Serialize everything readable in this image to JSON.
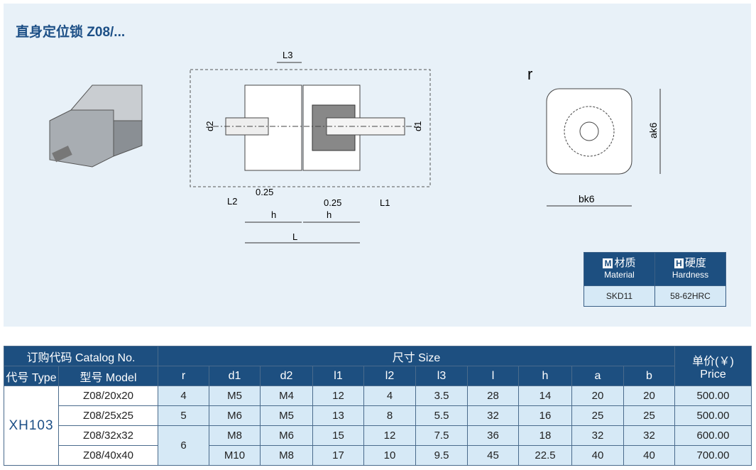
{
  "title": "直身定位锁  Z08/...",
  "drawing": {
    "L3": "L3",
    "d2": "d2",
    "d1": "d1",
    "L2": "L2",
    "L1": "L1",
    "gap1": "0.25",
    "gap2": "0.25",
    "h1": "h",
    "h2": "h",
    "L": "L",
    "r": "r",
    "ak6": "ak6",
    "bk6": "bk6"
  },
  "material": {
    "m_badge": "M",
    "m_cn": "材质",
    "m_en": "Material",
    "h_badge": "H",
    "h_cn": "硬度",
    "h_en": "Hardness",
    "material": "SKD11",
    "hardness": "58-62HRC"
  },
  "table": {
    "catalog": "订购代码 Catalog No.",
    "size": "尺寸 Size",
    "price": "单价(￥)",
    "price_en": "Price",
    "type_h": "代号 Type",
    "model_h": "型号 Model",
    "cols": [
      "r",
      "d1",
      "d2",
      "l1",
      "l2",
      "l3",
      "l",
      "h",
      "a",
      "b"
    ],
    "type": "XH103",
    "rows": [
      {
        "model": "Z08/20x20",
        "r": "4",
        "d1": "M5",
        "d2": "M4",
        "l1": "12",
        "l2": "4",
        "l3": "3.5",
        "l": "28",
        "h": "14",
        "a": "20",
        "b": "20",
        "price": "500.00"
      },
      {
        "model": "Z08/25x25",
        "r": "5",
        "d1": "M6",
        "d2": "M5",
        "l1": "13",
        "l2": "8",
        "l3": "5.5",
        "l": "32",
        "h": "16",
        "a": "25",
        "b": "25",
        "price": "500.00"
      },
      {
        "model": "Z08/32x32",
        "r": "6",
        "d1": "M8",
        "d2": "M6",
        "l1": "15",
        "l2": "12",
        "l3": "7.5",
        "l": "36",
        "h": "18",
        "a": "32",
        "b": "32",
        "price": "600.00"
      },
      {
        "model": "Z08/40x40",
        "d1": "M10",
        "d2": "M8",
        "l1": "17",
        "l2": "10",
        "l3": "9.5",
        "l": "45",
        "h": "22.5",
        "a": "40",
        "b": "40",
        "price": "700.00"
      }
    ]
  }
}
